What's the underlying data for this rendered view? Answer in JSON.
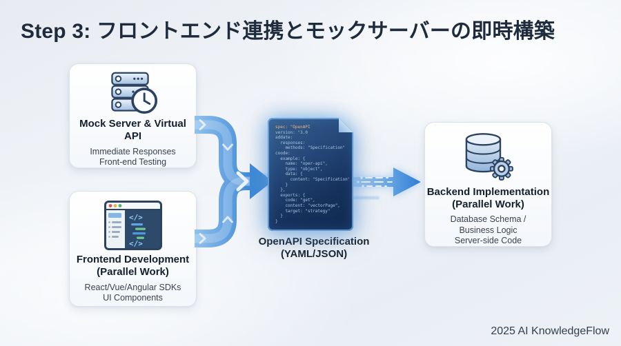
{
  "page": {
    "title": "Step 3: フロントエンド連携とモックサーバーの即時構築",
    "footer": "2025 AI KnowledgeFlow"
  },
  "cards": {
    "mock_server": {
      "icon": "server-clock-icon",
      "title": "Mock Server & Virtual API",
      "subtitle_line1": "Immediate Responses",
      "subtitle_line2": "Front-end Testing"
    },
    "frontend": {
      "icon": "browser-code-icon",
      "title_line1": "Frontend Development",
      "title_line2": "(Parallel Work)",
      "subtitle_line1": "React/Vue/Angular SDKs",
      "subtitle_line2": "UI Components"
    },
    "backend": {
      "icon": "database-gear-icon",
      "title_line1": "Backend Implementation",
      "title_line2": "(Parallel Work)",
      "subtitle_line1": "Database Schema /",
      "subtitle_line2": "Business Logic",
      "subtitle_line3": "Server-side Code"
    }
  },
  "document": {
    "icon": "openapi-spec-document",
    "label_line1": "OpenAPI Specification",
    "label_line2": "(YAML/JSON)",
    "code_lines": [
      "spec: \"OpenAPI",
      "version: \"3.0",
      "addate:",
      "  responses:",
      "    methods: \"Specification\"",
      "coode:",
      "  example: {",
      "    name: \"oper-api\",",
      "    type: \"object\",",
      "    data: {",
      "      content: \"Specification\"",
      "    }",
      "  },",
      "  exports: {",
      "    code: \"get\",",
      "    content: \"vectorPage\",",
      "    target: \"strategy\"",
      "  }",
      "}"
    ]
  },
  "colors": {
    "title_text": "#1d2b3c",
    "accent_blue": "#3f8ad8",
    "icon_navy": "#2c4261",
    "doc_background": "#1c3a63",
    "card_background": "#ffffff"
  }
}
